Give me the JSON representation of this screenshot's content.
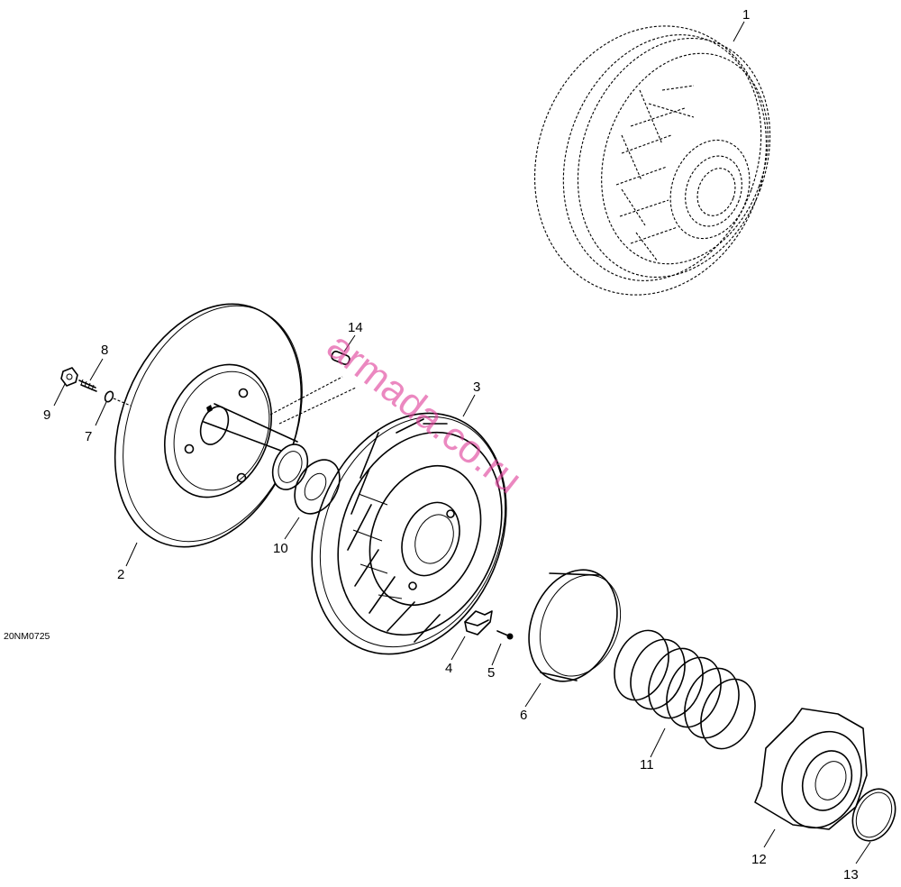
{
  "diagram_code": "20NM0725",
  "watermark": "armada.co.ru",
  "callouts": {
    "c1": "1",
    "c2": "2",
    "c3": "3",
    "c4": "4",
    "c5": "5",
    "c6": "6",
    "c7": "7",
    "c8": "8",
    "c9": "9",
    "c10": "10",
    "c11": "11",
    "c12": "12",
    "c13": "13",
    "c14": "14"
  }
}
